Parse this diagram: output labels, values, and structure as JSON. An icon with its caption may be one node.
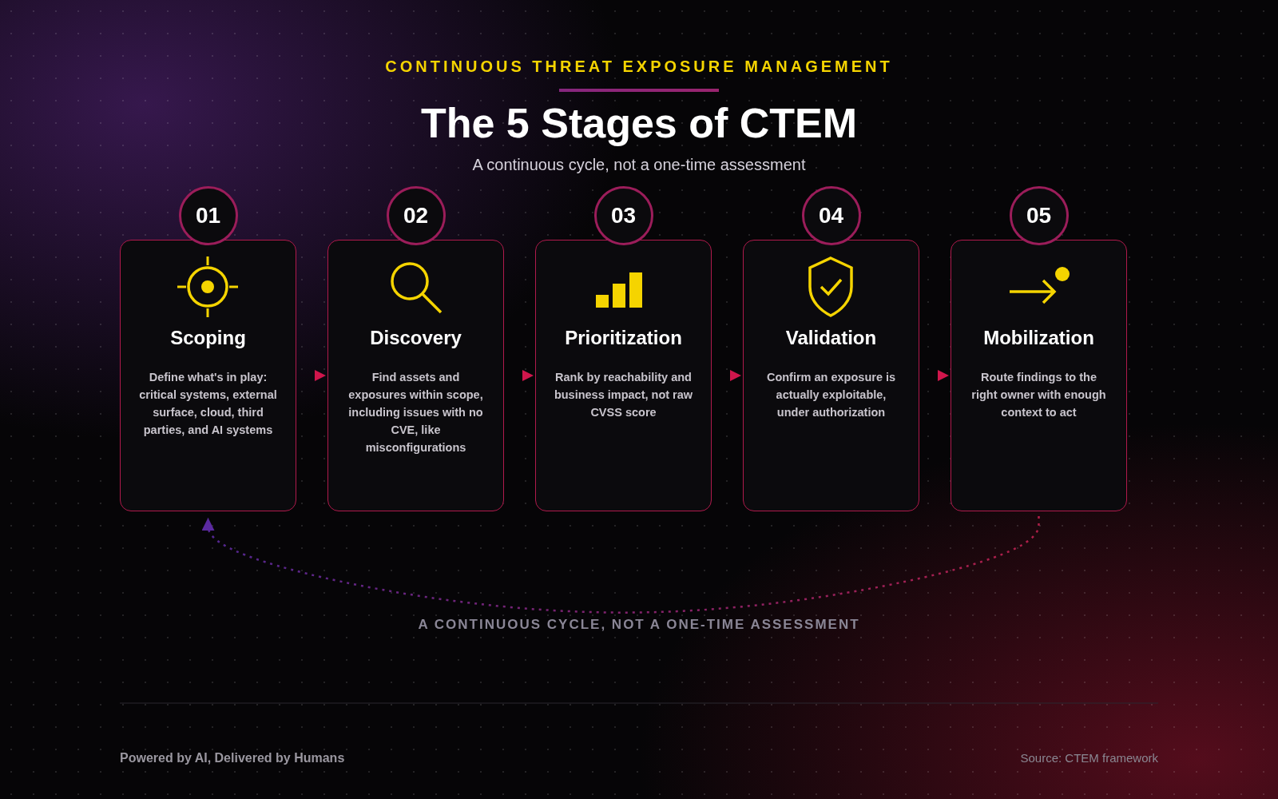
{
  "diagram": {
    "title": "The 5 Stages of CTEM",
    "nodes": [
      {
        "text": [
          "01"
        ]
      },
      {
        "text": [
          "Scoping",
          "Define what's in play: critical systems, external surface, cloud, third parties, and AI systems"
        ]
      },
      {
        "text": [
          "02"
        ]
      },
      {
        "text": [
          "Discovery",
          "Find assets and exposures within scope, including issues with no CVE, like misconfigurations"
        ]
      },
      {
        "text": [
          "03"
        ]
      },
      {
        "text": [
          "Prioritization",
          "Rank by reachability and business impact, not raw CVSS score"
        ]
      },
      {
        "text": [
          "04"
        ]
      },
      {
        "text": [
          "Validation",
          "Confirm an exposure is actually exploitable, under authorization"
        ]
      },
      {
        "text": [
          "05"
        ]
      },
      {
        "text": [
          "Mobilization",
          "Route findings to the right owner with enough context to act"
        ]
      }
    ],
    "edges": [
      {
        "from": 1,
        "to": 3,
        "arrow": "to"
      },
      {
        "from": 3,
        "to": 5,
        "arrow": "to"
      },
      {
        "from": 5,
        "to": 7,
        "arrow": "to"
      },
      {
        "from": 7,
        "to": 9,
        "arrow": "to"
      },
      {
        "from": 9,
        "to": 1,
        "arrow": "to",
        "style": "dashed"
      }
    ],
    "labels": [
      "CONTINUOUS THREAT EXPOSURE MANAGEMENT",
      "A continuous cycle, not a one-time assessment",
      "A CONTINUOUS CYCLE, NOT A ONE-TIME ASSESSMENT",
      "Powered by AI, Delivered by Humans",
      "Source: CTEM framework"
    ]
  }
}
